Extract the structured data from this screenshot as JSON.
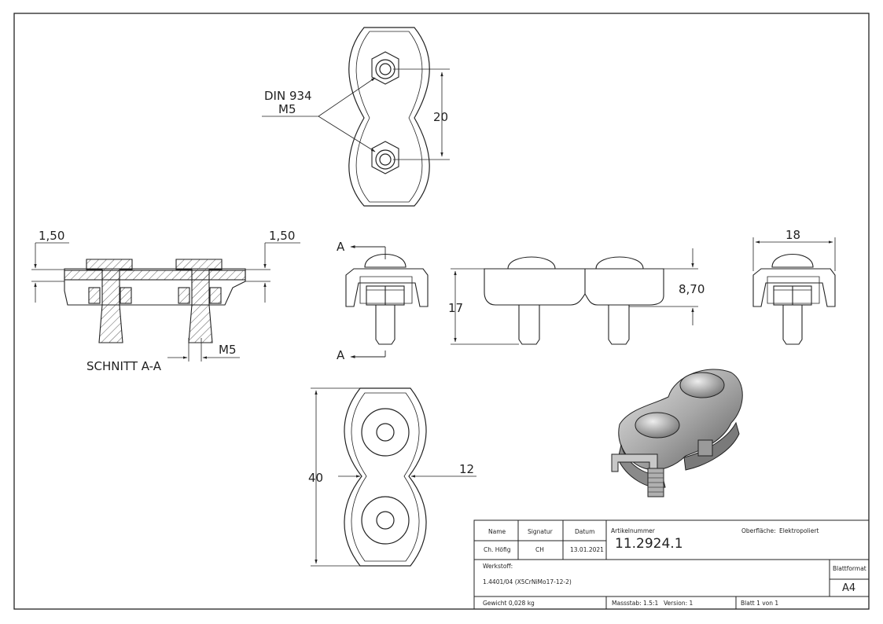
{
  "callout": {
    "line1": "DIN 934",
    "line2": "M5"
  },
  "dimensions": {
    "spacing": "20",
    "thickness_left": "1,50",
    "thickness_right": "1,50",
    "thread": "M5",
    "height": "17",
    "head_height": "8,70",
    "width": "18",
    "length": "40",
    "waist": "12"
  },
  "section": {
    "marker_top": "A",
    "marker_bottom": "A",
    "label": "SCHNITT A-A"
  },
  "title_block": {
    "name_header": "Name",
    "signature_header": "Signatur",
    "date_header": "Datum",
    "name": "Ch. Höfig",
    "signature": "CH",
    "date": "13.01.2021",
    "article_label": "Artikelnummer",
    "article_number": "11.2924.1",
    "surface_label": "Oberfläche:",
    "surface_value": "Elektropoliert",
    "material_label": "Werkstoff:",
    "material_value": "1.4401/04 (X5CrNiMo17-12-2)",
    "format_label": "Blattformat",
    "format_value": "A4",
    "weight": "Gewicht 0,028 kg",
    "scale": "Massstab: 1.5:1",
    "version": "Version: 1",
    "sheet": "Blatt 1 von 1"
  }
}
